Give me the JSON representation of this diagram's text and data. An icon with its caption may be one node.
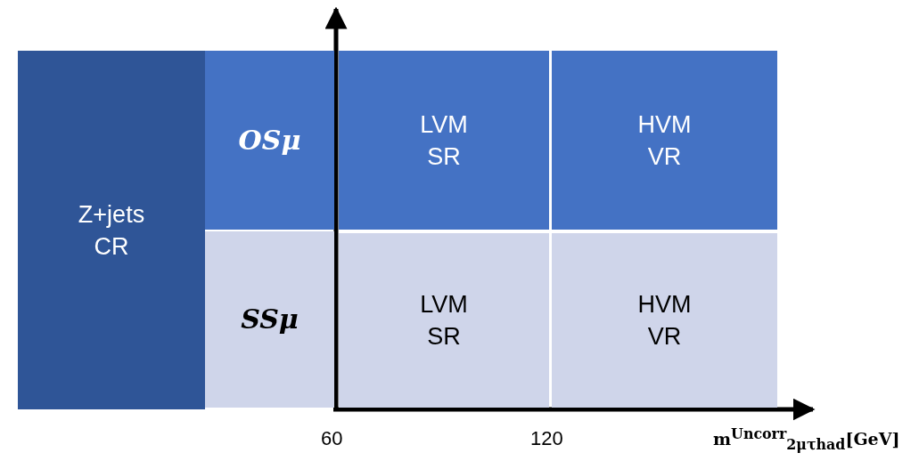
{
  "diagram": {
    "nodes": [
      {
        "text": [
          "Z+jets CR"
        ]
      },
      {
        "text": [
          "OSμ"
        ]
      },
      {
        "text": [
          "LVM SR"
        ]
      },
      {
        "text": [
          "HVM VR"
        ]
      },
      {
        "text": [
          "SSμ"
        ]
      },
      {
        "text": [
          "LVM SR"
        ]
      },
      {
        "text": [
          "HVM VR"
        ]
      }
    ],
    "edges": [],
    "labels": [
      "60",
      "120",
      "m$^{Uncorr}$$_{2μτhad}$[GeV]"
    ]
  }
}
